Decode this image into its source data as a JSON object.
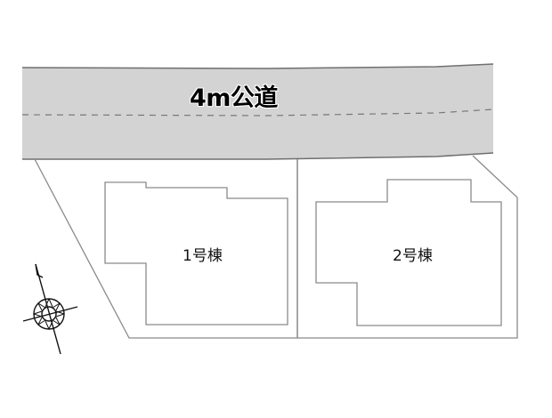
{
  "diagram": {
    "type": "site-plan",
    "road": {
      "label": "4m公道",
      "fill_color": "#d3d3d3",
      "edge_color": "#777777",
      "centerline": "dashed"
    },
    "lots": [
      {
        "id": "lot-1",
        "building_label": "1号棟"
      },
      {
        "id": "lot-2",
        "building_label": "2号棟"
      }
    ],
    "compass": {
      "icon": "north-arrow-compass-rose",
      "north_direction": "upper-left tilted"
    },
    "line_color": "#8a8a8a"
  }
}
